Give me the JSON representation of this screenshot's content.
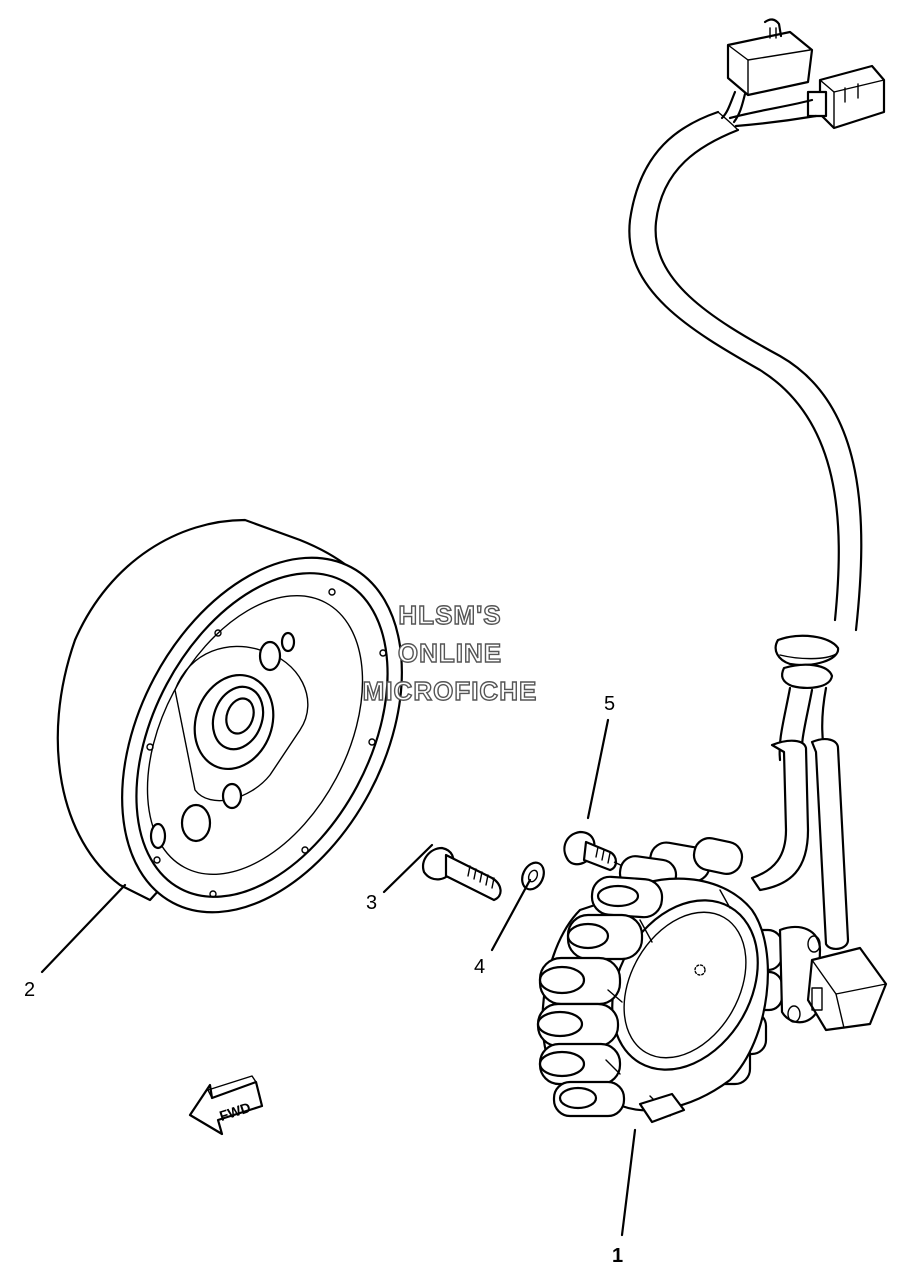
{
  "callouts": {
    "part_1": "1",
    "part_2": "2",
    "part_3": "3",
    "part_4": "4",
    "part_5": "5"
  },
  "watermark": {
    "line1": "HLSM'S",
    "line2": "ONLINE",
    "line3": "MICROFICHE"
  },
  "direction_arrow": {
    "label": "FWD",
    "icon": "arrow-left-icon"
  },
  "colors": {
    "line": "#000000",
    "background": "#ffffff",
    "watermark_outline": "#555555"
  }
}
